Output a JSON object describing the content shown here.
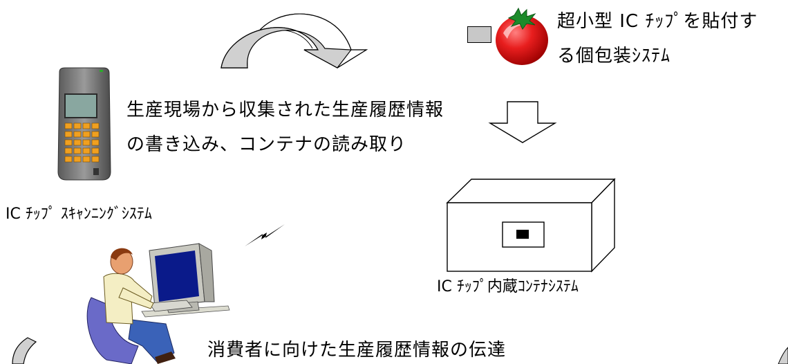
{
  "tag": {
    "line1": "超小型 IC ﾁｯﾌﾟを貼付す",
    "line2": "る個包装ｼｽﾃﾑ"
  },
  "scanner_text": {
    "line1": "生産現場から収集された生産履歴情報",
    "line2": "の書き込み、コンテナの読み取り"
  },
  "scanner_label": "IC ﾁｯﾌﾟ ｽｷｬﾝﾆﾝｸﾞｼｽﾃﾑ",
  "container_label": "IC ﾁｯﾌﾟ内蔵ｺﾝﾃﾅｼｽﾃﾑ",
  "consumer_text": "消費者に向けた生産履歴情報の伝達"
}
